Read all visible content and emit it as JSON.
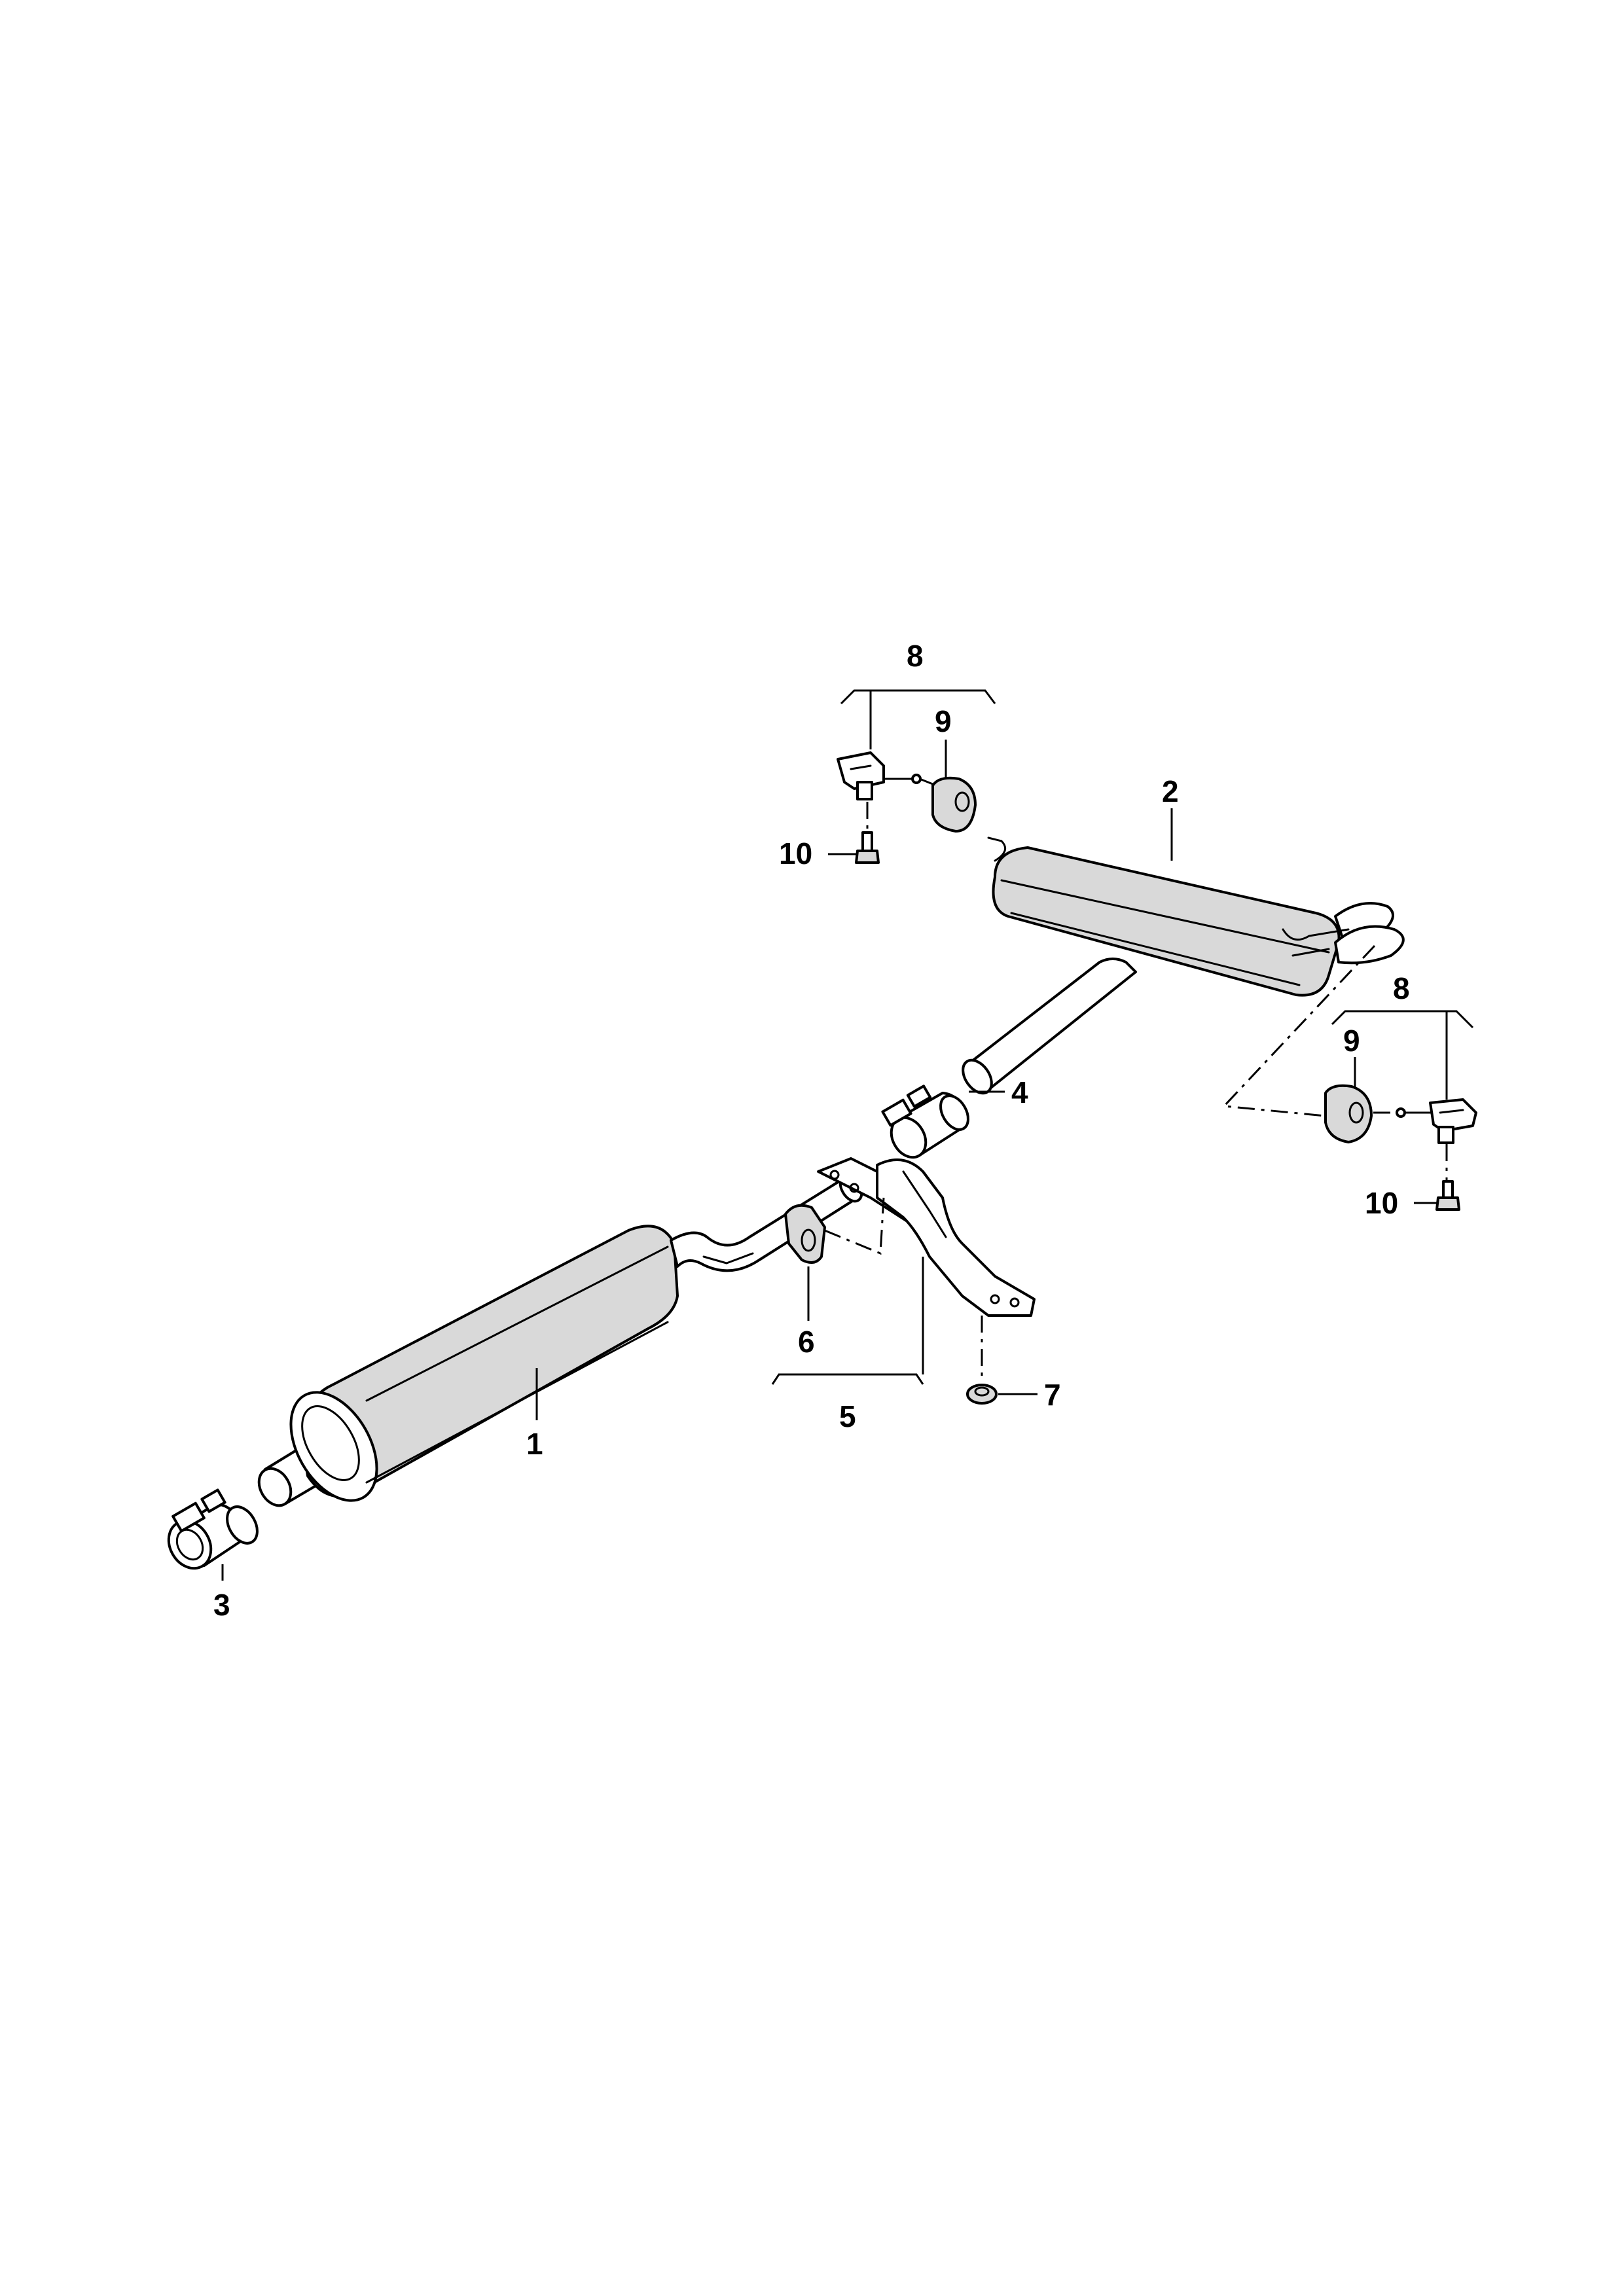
{
  "callouts": {
    "c1": "1",
    "c2": "2",
    "c3": "3",
    "c4": "4",
    "c5": "5",
    "c6": "6",
    "c7": "7",
    "c8_top": "8",
    "c9_top": "9",
    "c10_top": "10",
    "c8_right": "8",
    "c9_right": "9",
    "c10_right": "10"
  },
  "parts": [
    {
      "ref": "1",
      "name": "front-muffler"
    },
    {
      "ref": "2",
      "name": "rear-muffler"
    },
    {
      "ref": "3",
      "name": "front-clamp"
    },
    {
      "ref": "4",
      "name": "middle-clamp"
    },
    {
      "ref": "5",
      "name": "bracket-assembly"
    },
    {
      "ref": "6",
      "name": "rubber-hanger"
    },
    {
      "ref": "7",
      "name": "nut"
    },
    {
      "ref": "8",
      "name": "hanger-bracket-assembly"
    },
    {
      "ref": "9",
      "name": "rubber-hanger"
    },
    {
      "ref": "10",
      "name": "bolt"
    }
  ],
  "colors": {
    "line": "#000000",
    "background": "#ffffff"
  }
}
